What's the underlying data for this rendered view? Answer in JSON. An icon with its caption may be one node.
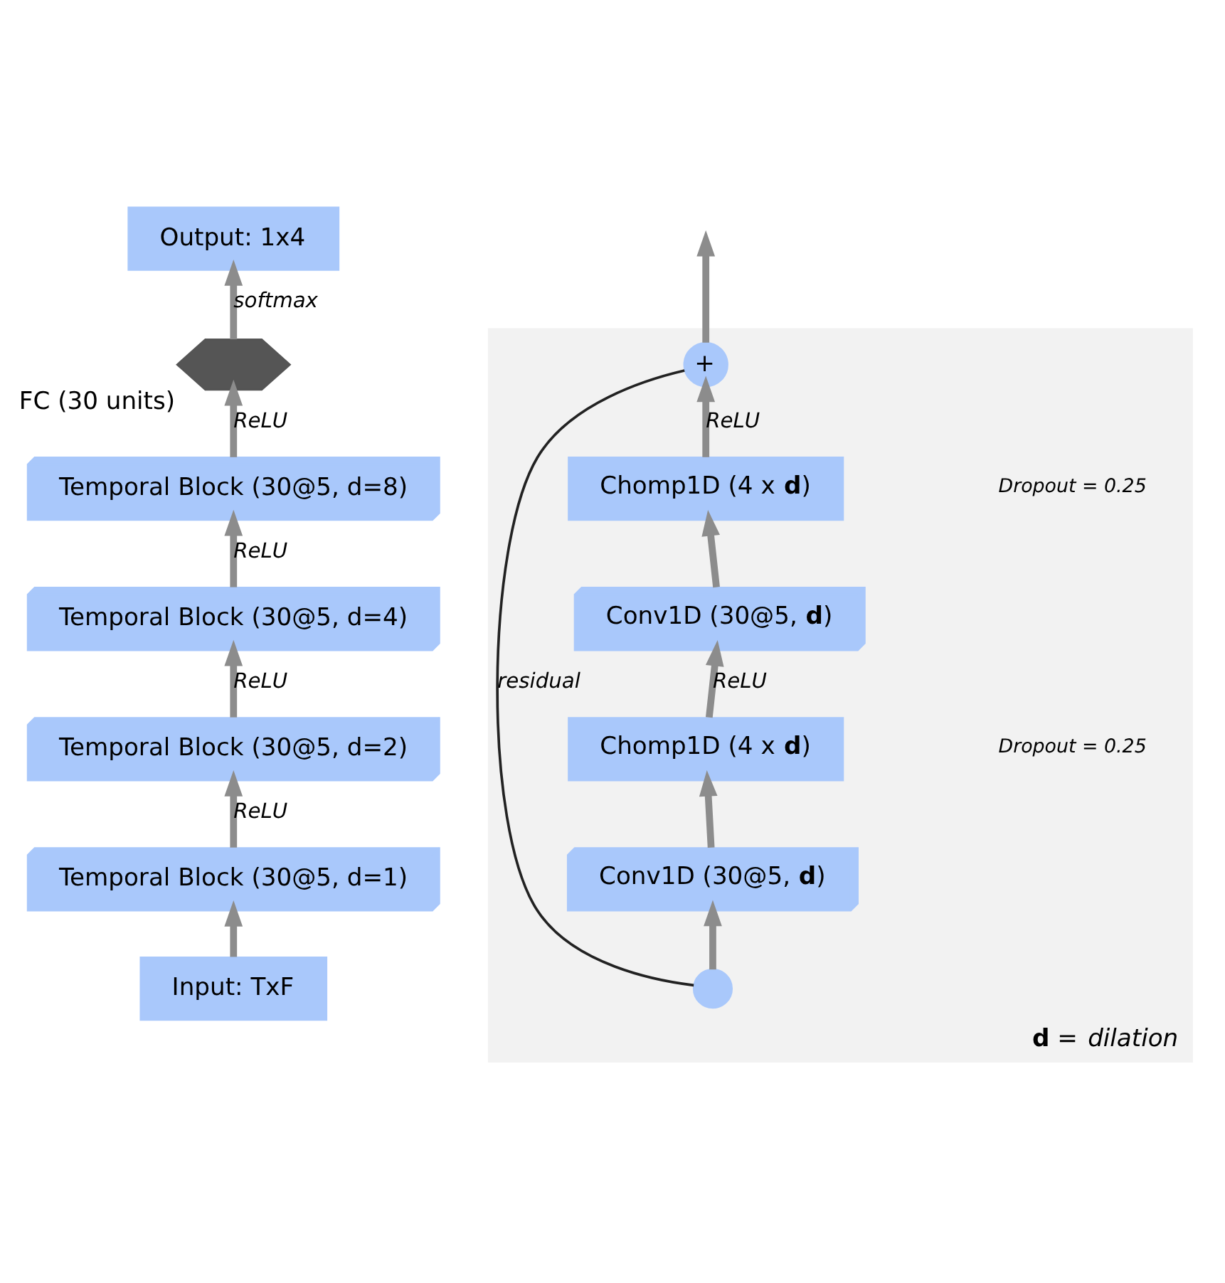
{
  "diagram": {
    "nodes": [
      {
        "text": [
          "Output: 1x4"
        ]
      },
      {
        "text": [],
        "shape": "network",
        "beside": [
          "FC (30 units)"
        ]
      },
      {
        "text": [
          "Temporal Block (30@5, d=8)"
        ]
      },
      {
        "text": [
          "Temporal Block (30@5, d=4)"
        ]
      },
      {
        "text": [
          "Temporal Block (30@5, d=2)"
        ]
      },
      {
        "text": [
          "Temporal Block (30@5, d=1)"
        ]
      },
      {
        "text": [
          "Input: TxF"
        ]
      },
      {
        "text": [
          "**d** = *dilation*"
        ]
      },
      {
        "text": [
          "+"
        ],
        "in": 7
      },
      {
        "text": [
          "Chomp1D (4 x **d**)"
        ],
        "in": 7
      },
      {
        "text": [
          "Conv1D (30@5, **d**)"
        ],
        "in": 7
      },
      {
        "text": [
          "Chomp1D (4 x **d**)"
        ],
        "in": 7
      },
      {
        "text": [
          "Conv1D (30@5, **d**)"
        ],
        "in": 7
      },
      {
        "text": [],
        "shape": "circle",
        "in": 7
      }
    ],
    "edges": [
      {
        "from": 6,
        "to": 5,
        "arrow": "to"
      },
      {
        "from": 5,
        "to": 4,
        "arrow": "to",
        "label": "ReLU"
      },
      {
        "from": 4,
        "to": 3,
        "arrow": "to",
        "label": "ReLU"
      },
      {
        "from": 3,
        "to": 2,
        "arrow": "to",
        "label": "ReLU"
      },
      {
        "from": 2,
        "to": 1,
        "arrow": "to",
        "label": "ReLU"
      },
      {
        "from": 1,
        "to": 0,
        "arrow": "to",
        "label": "softmax"
      },
      {
        "from": 13,
        "to": 12,
        "arrow": "to"
      },
      {
        "from": 12,
        "to": 11,
        "arrow": "to"
      },
      {
        "from": 11,
        "to": 10,
        "arrow": "to",
        "label": "ReLU"
      },
      {
        "from": 10,
        "to": 9,
        "arrow": "to"
      },
      {
        "from": 9,
        "to": 8,
        "arrow": "to",
        "label": "ReLU"
      },
      {
        "from": 8,
        "to": null,
        "arrow": "to"
      },
      {
        "from": 13,
        "to": 8,
        "arrow": "none",
        "label": "residual",
        "color": "#222222"
      }
    ],
    "labels": [
      "Dropout = 0.25",
      "Dropout = 0.25"
    ]
  }
}
